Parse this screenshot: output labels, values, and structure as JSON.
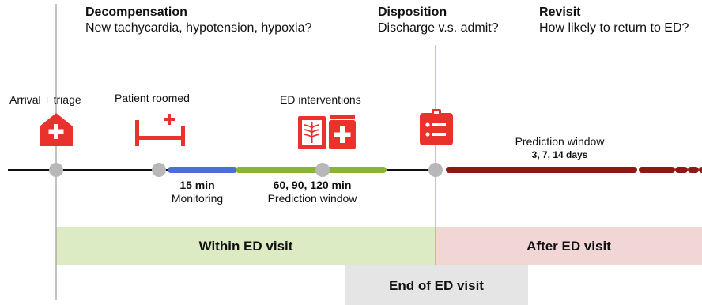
{
  "headers": {
    "decompensation": {
      "title": "Decompensation",
      "subtitle": "New tachycardia, hypotension, hypoxia?"
    },
    "disposition": {
      "title": "Disposition",
      "subtitle": "Discharge v.s. admit?"
    },
    "revisit": {
      "title": "Revisit",
      "subtitle": "How likely to return to ED?"
    }
  },
  "events": {
    "arrival": "Arrival + triage",
    "roomed": "Patient roomed",
    "interventions": "ED interventions"
  },
  "segments": {
    "monitoring_value": "15 min",
    "monitoring_label": "Monitoring",
    "prediction_value": "60, 90, 120 min",
    "prediction_label": "Prediction window",
    "after_title": "Prediction window",
    "after_value": "3, 7, 14 days"
  },
  "regions": {
    "within": "Within ED visit",
    "after": "After ED visit",
    "end": "End of ED visit"
  },
  "colors": {
    "red_icon": "#e8322b",
    "blue": "#4a6fd6",
    "green": "#8ab534",
    "dark_red": "#8c1a12",
    "within_bg": "#dcebc3",
    "after_bg": "#f2d6d6",
    "end_bg": "#e5e5e5",
    "node": "#b8b8b8"
  }
}
